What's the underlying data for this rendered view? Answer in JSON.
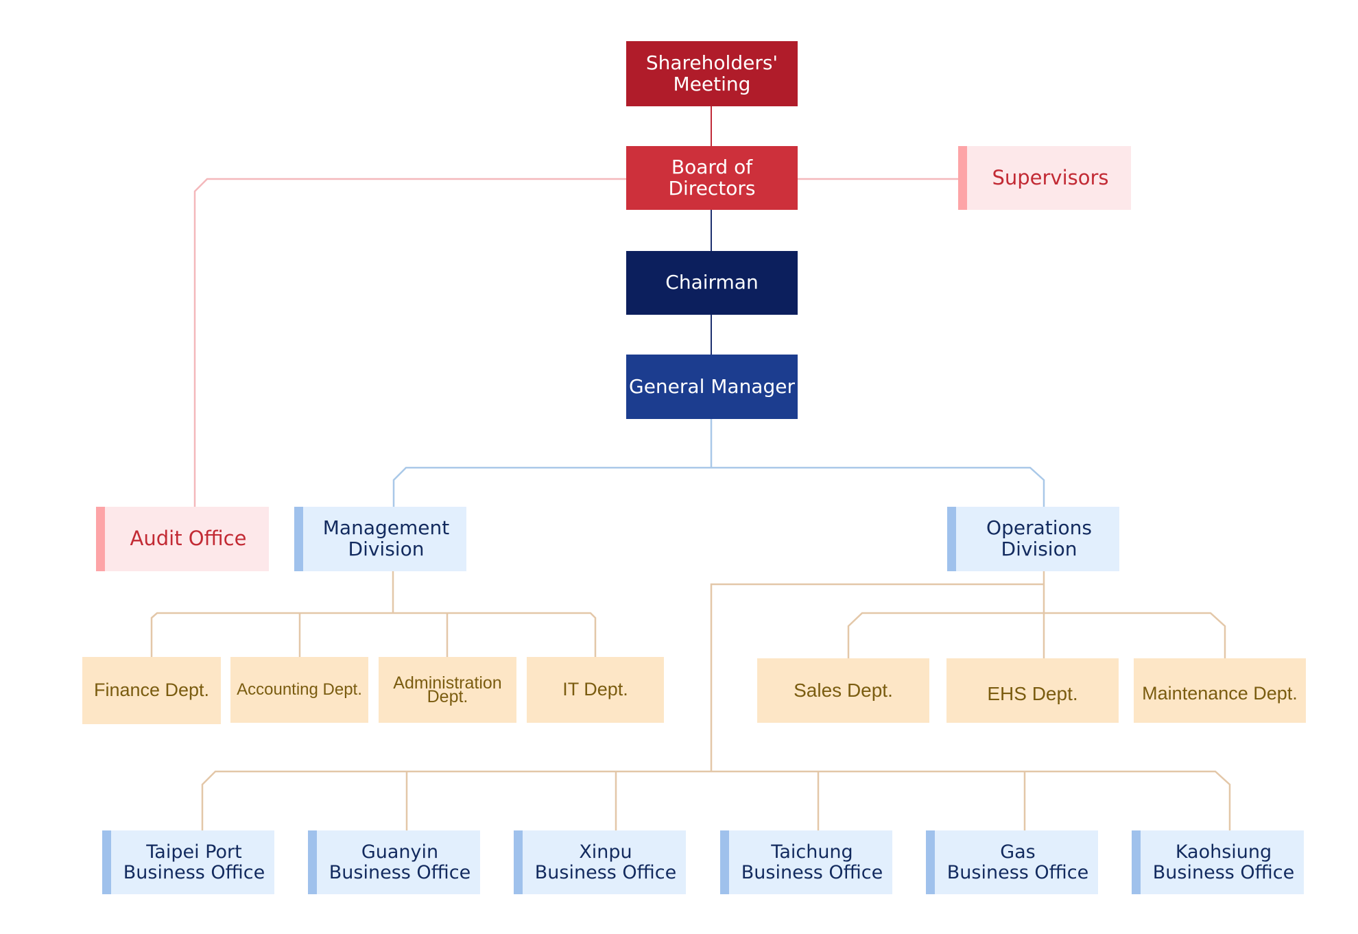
{
  "executive": {
    "shareholders": "Shareholders'\nMeeting",
    "board": "Board of Directors",
    "chairman": "Chairman",
    "general_manager": "General Manager"
  },
  "supervisors": "Supervisors",
  "audit_office": "Audit Office",
  "divisions": {
    "management": "Management\nDivision",
    "operations": "Operations\nDivision"
  },
  "management_depts": [
    "Finance Dept.",
    "Accounting Dept.",
    "Administration\nDept.",
    "IT Dept."
  ],
  "operations_depts": [
    "Sales Dept.",
    "EHS Dept.",
    "Maintenance Dept."
  ],
  "business_offices": [
    "Taipei Port\nBusiness Office",
    "Guanyin\nBusiness Office",
    "Xinpu\nBusiness Office",
    "Taichung\nBusiness Office",
    "Gas\nBusiness Office",
    "Kaohsiung\nBusiness Office"
  ],
  "colors": {
    "shareholders": "#b01c2a",
    "board": "#cd303b",
    "chairman": "#0c1f5d",
    "general_manager": "#1c3d8f",
    "pink_line": "#f4b8bb",
    "blue_line": "#a9c8e8",
    "tan_line": "#e3c7a8"
  }
}
